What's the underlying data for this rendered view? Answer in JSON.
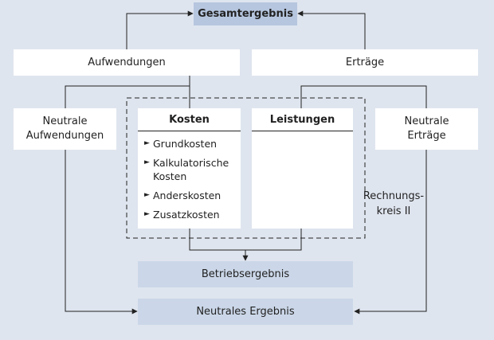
{
  "boxes": {
    "gesamtergebnis": "Gesamtergebnis",
    "aufwendungen": "Aufwendungen",
    "ertraege": "Erträge",
    "neutrale_aufwendungen": [
      "Neutrale",
      "Aufwendungen"
    ],
    "neutrale_ertraege": [
      "Neutrale",
      "Erträge"
    ],
    "betriebsergebnis": "Betriebsergebnis",
    "neutrales_ergebnis": "Neutrales Ergebnis"
  },
  "kosten": {
    "title": "Kosten",
    "items": [
      {
        "lines": [
          "Grundkosten"
        ]
      },
      {
        "lines": [
          "Kalkulatorische",
          "Kosten"
        ]
      },
      {
        "lines": [
          "Anderskosten"
        ]
      },
      {
        "lines": [
          "Zusatzkosten"
        ]
      }
    ]
  },
  "leistungen": {
    "title": "Leistungen"
  },
  "rechnungskreis": [
    "Rechnungs-",
    "kreis II"
  ],
  "icons": {
    "bullet": "triangle-right-icon",
    "arrow": "arrowhead-icon"
  },
  "colors": {
    "background": "#dfe5ef",
    "accent_box": "#b6c6df",
    "result_box": "#cbd7e8",
    "line": "#222222"
  }
}
